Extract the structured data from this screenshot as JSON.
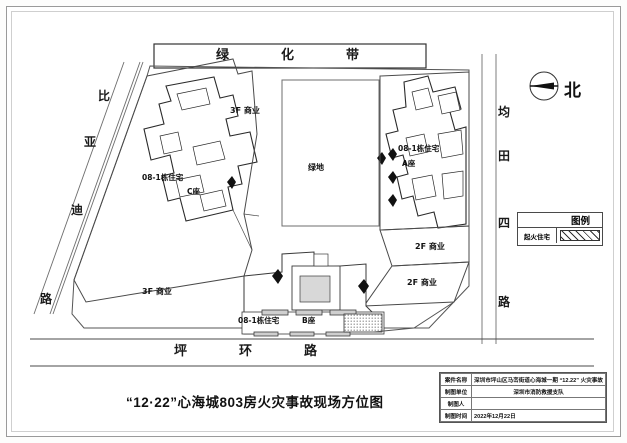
{
  "document": {
    "main_title": "“12·22”心海城803房火灾事故现场方位图"
  },
  "compass": {
    "icon": "north-arrow-icon",
    "label": "北"
  },
  "legend": {
    "header": "图例",
    "items": [
      {
        "label": "起火住宅",
        "pattern": "diagonal-hatch"
      }
    ]
  },
  "roads": {
    "top": "绿 化 带",
    "top_plain": "绿化带",
    "left": "比亚迪路",
    "left_chars": [
      "比",
      "亚",
      "迪",
      "路"
    ],
    "right": "均田四路",
    "right_chars": [
      "均",
      "田",
      "四",
      "路"
    ],
    "bottom": "坪 环 路",
    "bottom_plain": "坪环路"
  },
  "site": {
    "green_area": "绿地",
    "buildings": [
      {
        "name": "08-1栋住宅",
        "unit": "C座",
        "position": "left"
      },
      {
        "name": "08-1栋住宅",
        "unit": "A座",
        "position": "right"
      },
      {
        "name": "08-1栋住宅",
        "unit": "B座",
        "position": "bottom"
      }
    ],
    "commercial": [
      {
        "label": "3F 商业",
        "position": "top-left"
      },
      {
        "label": "3F 商业",
        "position": "lower-left"
      },
      {
        "label": "2F 商业",
        "position": "right-upper"
      },
      {
        "label": "2F 商业",
        "position": "right-lower"
      }
    ]
  },
  "title_block": {
    "rows": [
      {
        "key": "案件名称",
        "value": "深圳市坪山区马峦街道心海城一期 “12.22” 火灾事故",
        "align": "left"
      },
      {
        "key": "制图单位",
        "value": "深圳市消防救援支队",
        "align": "center"
      },
      {
        "key": "制图人",
        "value": "",
        "align": "left"
      },
      {
        "key": "制图时间",
        "value": "2022年12月22日",
        "align": "left"
      }
    ]
  }
}
